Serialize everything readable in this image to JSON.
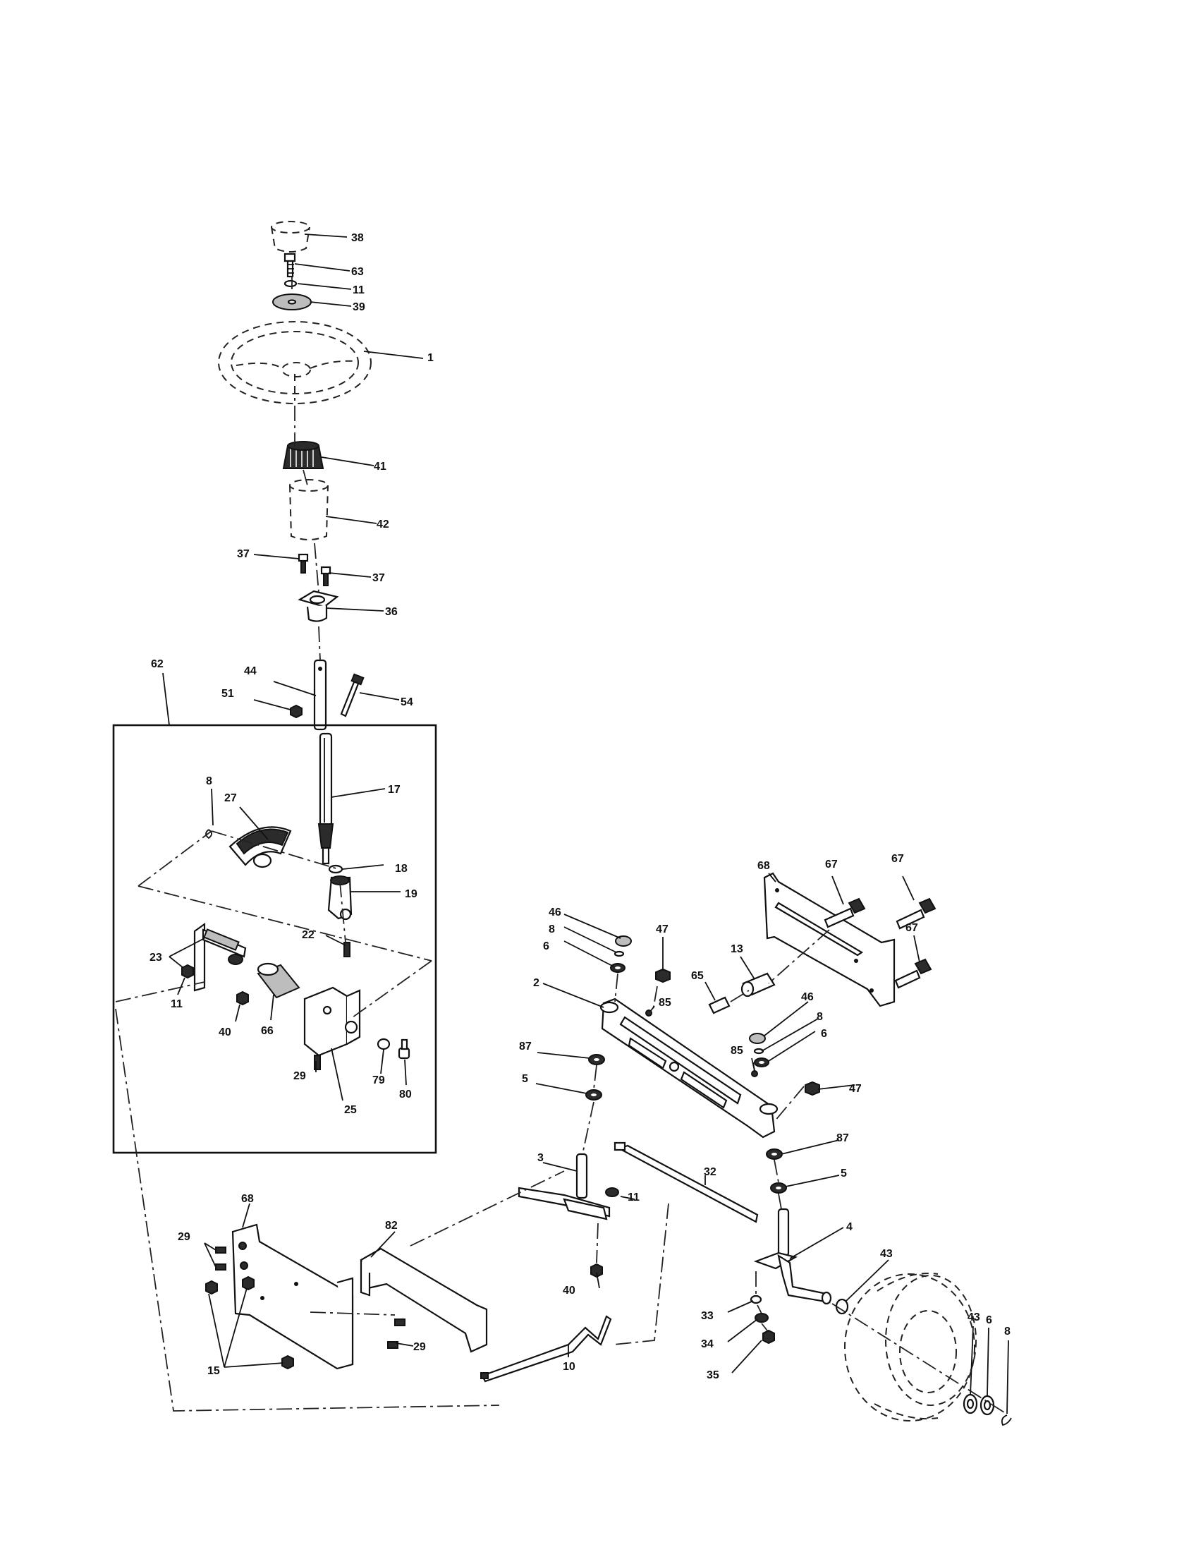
{
  "diagram": {
    "callouts": {
      "c38": "38",
      "c63": "63",
      "c11a": "11",
      "c39": "39",
      "c1": "1",
      "c41": "41",
      "c42": "42",
      "c37a": "37",
      "c37b": "37",
      "c36": "36",
      "c62": "62",
      "c44": "44",
      "c51": "51",
      "c54": "54",
      "c17": "17",
      "c8a": "8",
      "c27": "27",
      "c18": "18",
      "c19": "19",
      "c22": "22",
      "c23": "23",
      "c11b": "11",
      "c40a": "40",
      "c66": "66",
      "c29a": "29",
      "c25": "25",
      "c79": "79",
      "c80": "80",
      "c68a": "68",
      "c67a": "67",
      "c67b": "67",
      "c67c": "67",
      "c46a": "46",
      "c8b": "8",
      "c6a": "6",
      "c47a": "47",
      "c13": "13",
      "c65": "65",
      "c85a": "85",
      "c2": "2",
      "c46b": "46",
      "c8c": "8",
      "c85b": "85",
      "c6b": "6",
      "c87a": "87",
      "c47b": "47",
      "c5a": "5",
      "c87b": "87",
      "c3": "3",
      "c32": "32",
      "c11c": "11",
      "c5b": "5",
      "c68b": "68",
      "c29b": "29",
      "c82": "82",
      "c4": "4",
      "c43a": "43",
      "c40b": "40",
      "c29c": "29",
      "c33": "33",
      "c43b": "43",
      "c6c": "6",
      "c8d": "8",
      "c34": "34",
      "c15": "15",
      "c10": "10",
      "c35": "35"
    }
  }
}
